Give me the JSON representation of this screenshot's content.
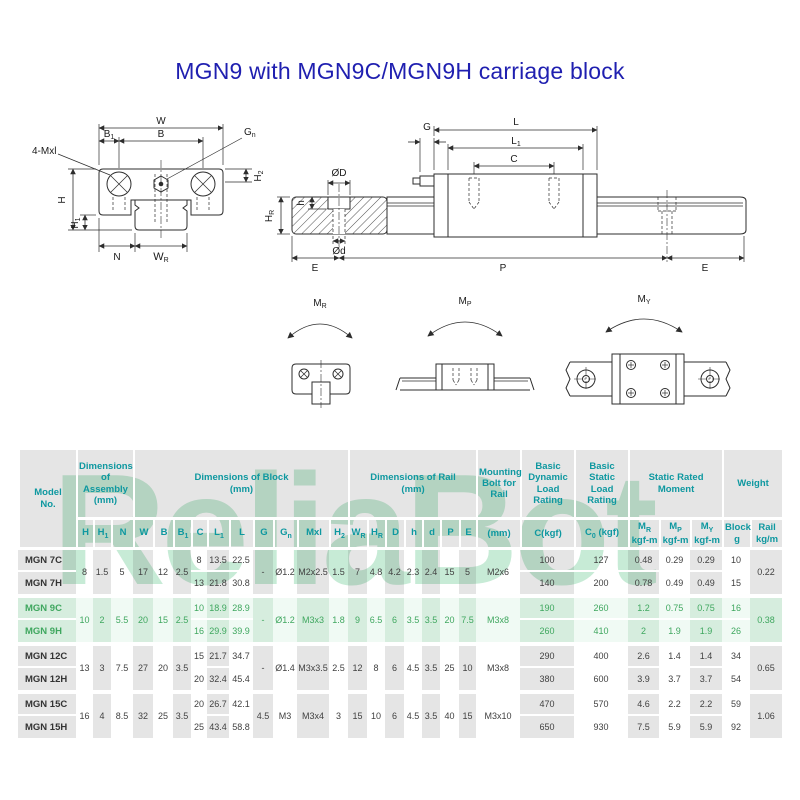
{
  "title": "MGN9 with MGN9C/MGN9H carriage block",
  "watermark": "ReliaBot",
  "colors": {
    "title_blue": "#1f1fb0",
    "header_teal": "#0e98a0",
    "highlight_green": "#3fa75f",
    "watermark_green": "#c7ebd6"
  },
  "diagrams": {
    "front": {
      "w": "W",
      "b": "B",
      "b1m": "B",
      "b1s": "1",
      "mxl": "4-Mxl",
      "gnm": "G",
      "gns": "n",
      "h2m": "H",
      "h2s": "2",
      "h": "H",
      "h1m": "H",
      "h1s": "1",
      "n": "N",
      "wrm": "W",
      "wrs": "R"
    },
    "side": {
      "g": "G",
      "l": "L",
      "l1m": "L",
      "l1s": "1",
      "c": "C",
      "od": "ØD",
      "odl": "Ød",
      "h": "h",
      "hrm": "H",
      "hrs": "R",
      "e1": "E",
      "p": "P",
      "e2": "E"
    },
    "moments": {
      "mrm": "M",
      "mrs": "R",
      "mpm": "M",
      "mps": "P",
      "mym": "M",
      "mys": "Y"
    }
  },
  "table": {
    "header": {
      "model_line1": "Model",
      "model_line2": "No.",
      "assembly_title": "Dimensions of Assembly",
      "block_title": "Dimensions of Block",
      "rail_title": "Dimensions of Rail",
      "unit_mm": "(mm)",
      "bolt_title": "Mounting Bolt for Rail",
      "bolt_unit": "(mm)",
      "cdyn_title": "Basic Dynamic Load Rating",
      "cdyn_unit": "C(kgf)",
      "cstat_title": "Basic Static Load Rating",
      "c0_main": "C",
      "c0_sub": "0",
      "c0_tail": " (kgf)",
      "moment_title": "Static Rated Moment",
      "weight_title": "Weight",
      "kgfm": "kgf-m",
      "weight_block": "Block",
      "weight_block_unit": "g",
      "weight_rail": "Rail",
      "weight_rail_unit": "kg/m",
      "cols": {
        "H": {
          "m": "H",
          "s": ""
        },
        "H1": {
          "m": "H",
          "s": "1"
        },
        "N": {
          "m": "N",
          "s": ""
        },
        "W": {
          "m": "W",
          "s": ""
        },
        "B": {
          "m": "B",
          "s": ""
        },
        "B1": {
          "m": "B",
          "s": "1"
        },
        "C": {
          "m": "C",
          "s": ""
        },
        "L1": {
          "m": "L",
          "s": "1"
        },
        "L": {
          "m": "L",
          "s": ""
        },
        "G": {
          "m": "G",
          "s": ""
        },
        "Gn": {
          "m": "G",
          "s": "n"
        },
        "Mxl": {
          "m": "Mxl",
          "s": ""
        },
        "H2": {
          "m": "H",
          "s": "2"
        },
        "WR": {
          "m": "W",
          "s": "R"
        },
        "HR": {
          "m": "H",
          "s": "R"
        },
        "D": {
          "m": "D",
          "s": ""
        },
        "h": {
          "m": "h",
          "s": ""
        },
        "d": {
          "m": "d",
          "s": ""
        },
        "P": {
          "m": "P",
          "s": ""
        },
        "E": {
          "m": "E",
          "s": ""
        },
        "MR": {
          "m": "M",
          "s": "R"
        },
        "MP": {
          "m": "M",
          "s": "P"
        },
        "MY": {
          "m": "M",
          "s": "Y"
        }
      }
    },
    "groups": [
      {
        "highlight": false,
        "models": [
          "MGN 7C",
          "MGN 7H"
        ],
        "shared": {
          "H": "8",
          "H1": "1.5",
          "N": "5",
          "W": "17",
          "B": "12",
          "B1": "2.5",
          "G": "-",
          "Gn": "Ø1.2",
          "Mxl": "M2x2.5",
          "H2": "1.5",
          "WR": "7",
          "HR": "4.8",
          "D": "4.2",
          "h": "2.3",
          "d": "2.4",
          "P": "15",
          "E": "5",
          "bolt": "M2x6",
          "rail": "0.22"
        },
        "rows": [
          {
            "C": "8",
            "L1": "13.5",
            "L": "22.5",
            "Cdyn": "100",
            "C0": "127",
            "MR": "0.48",
            "MP": "0.29",
            "MY": "0.29",
            "block": "10"
          },
          {
            "C": "13",
            "L1": "21.8",
            "L": "30.8",
            "Cdyn": "140",
            "C0": "200",
            "MR": "0.78",
            "MP": "0.49",
            "MY": "0.49",
            "block": "15"
          }
        ]
      },
      {
        "highlight": true,
        "models": [
          "MGN 9C",
          "MGN 9H"
        ],
        "shared": {
          "H": "10",
          "H1": "2",
          "N": "5.5",
          "W": "20",
          "B": "15",
          "B1": "2.5",
          "G": "-",
          "Gn": "Ø1.2",
          "Mxl": "M3x3",
          "H2": "1.8",
          "WR": "9",
          "HR": "6.5",
          "D": "6",
          "h": "3.5",
          "d": "3.5",
          "P": "20",
          "E": "7.5",
          "bolt": "M3x8",
          "rail": "0.38"
        },
        "rows": [
          {
            "C": "10",
            "L1": "18.9",
            "L": "28.9",
            "Cdyn": "190",
            "C0": "260",
            "MR": "1.2",
            "MP": "0.75",
            "MY": "0.75",
            "block": "16"
          },
          {
            "C": "16",
            "L1": "29.9",
            "L": "39.9",
            "Cdyn": "260",
            "C0": "410",
            "MR": "2",
            "MP": "1.9",
            "MY": "1.9",
            "block": "26"
          }
        ]
      },
      {
        "highlight": false,
        "models": [
          "MGN 12C",
          "MGN 12H"
        ],
        "shared": {
          "H": "13",
          "H1": "3",
          "N": "7.5",
          "W": "27",
          "B": "20",
          "B1": "3.5",
          "G": "-",
          "Gn": "Ø1.4",
          "Mxl": "M3x3.5",
          "H2": "2.5",
          "WR": "12",
          "HR": "8",
          "D": "6",
          "h": "4.5",
          "d": "3.5",
          "P": "25",
          "E": "10",
          "bolt": "M3x8",
          "rail": "0.65"
        },
        "rows": [
          {
            "C": "15",
            "L1": "21.7",
            "L": "34.7",
            "Cdyn": "290",
            "C0": "400",
            "MR": "2.6",
            "MP": "1.4",
            "MY": "1.4",
            "block": "34"
          },
          {
            "C": "20",
            "L1": "32.4",
            "L": "45.4",
            "Cdyn": "380",
            "C0": "600",
            "MR": "3.9",
            "MP": "3.7",
            "MY": "3.7",
            "block": "54"
          }
        ]
      },
      {
        "highlight": false,
        "models": [
          "MGN 15C",
          "MGN 15H"
        ],
        "shared": {
          "H": "16",
          "H1": "4",
          "N": "8.5",
          "W": "32",
          "B": "25",
          "B1": "3.5",
          "G": "4.5",
          "Gn": "M3",
          "Mxl": "M3x4",
          "H2": "3",
          "WR": "15",
          "HR": "10",
          "D": "6",
          "h": "4.5",
          "d": "3.5",
          "P": "40",
          "E": "15",
          "bolt": "M3x10",
          "rail": "1.06"
        },
        "rows": [
          {
            "C": "20",
            "L1": "26.7",
            "L": "42.1",
            "Cdyn": "470",
            "C0": "570",
            "MR": "4.6",
            "MP": "2.2",
            "MY": "2.2",
            "block": "59"
          },
          {
            "C": "25",
            "L1": "43.4",
            "L": "58.8",
            "Cdyn": "650",
            "C0": "930",
            "MR": "7.5",
            "MP": "5.9",
            "MY": "5.9",
            "block": "92"
          }
        ]
      }
    ]
  }
}
